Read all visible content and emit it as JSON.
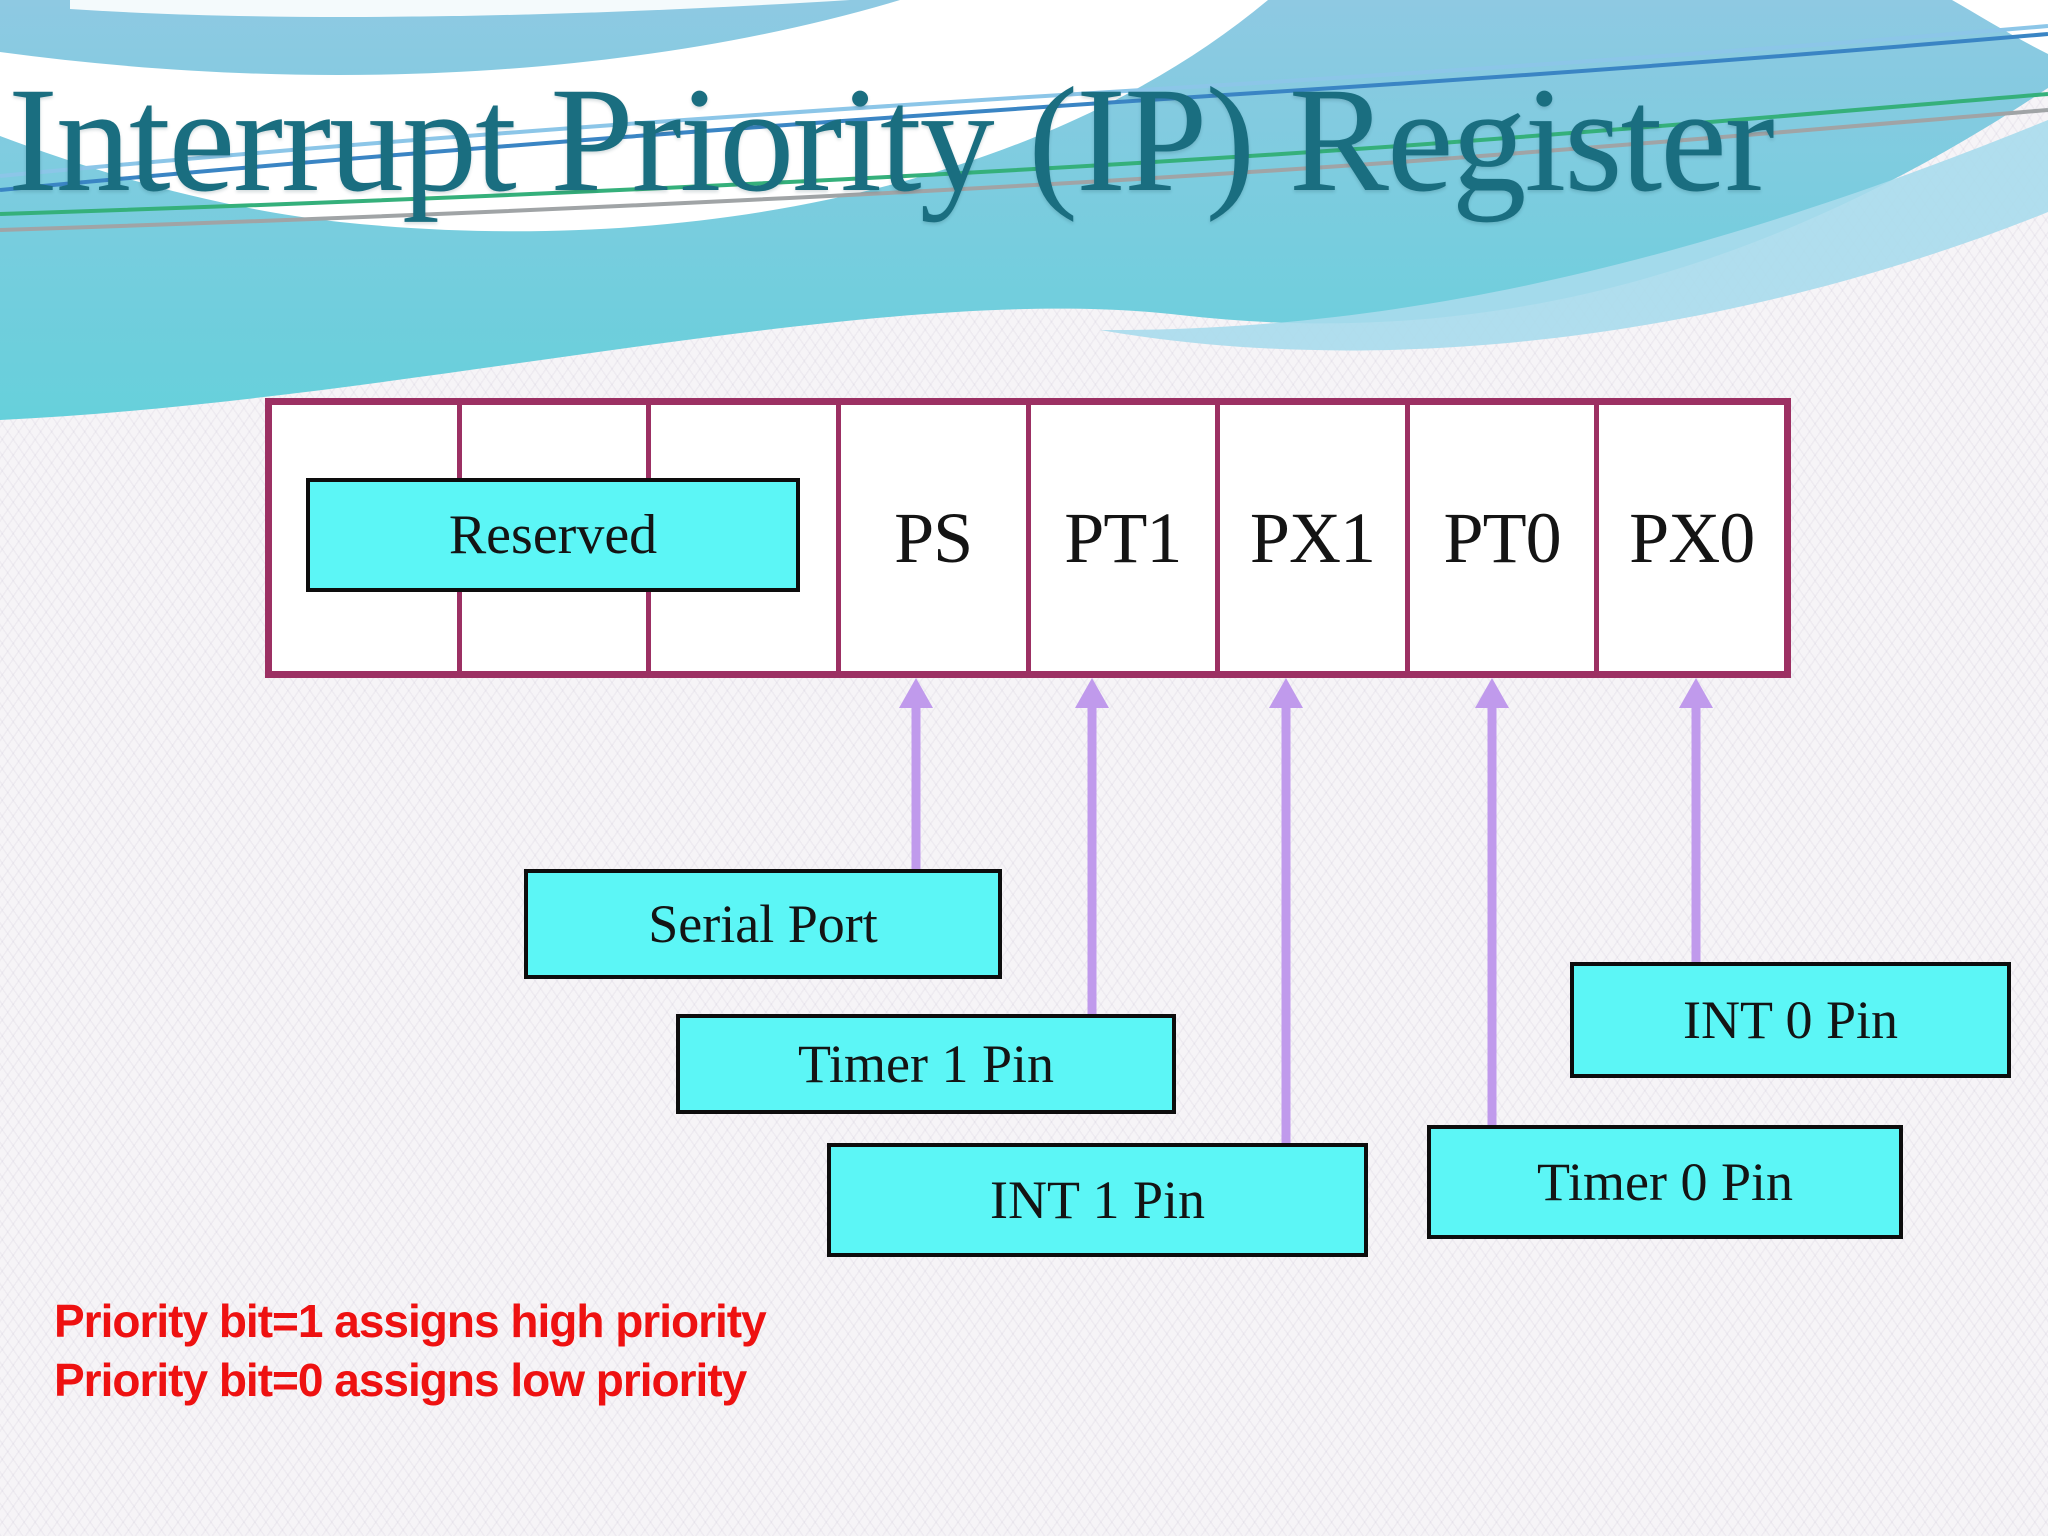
{
  "slide": {
    "title": "Interrupt Priority (IP) Register"
  },
  "register": {
    "reserved_label": "Reserved",
    "cells": [
      "",
      "",
      "",
      "PS",
      "PT1",
      "PX1",
      "PT0",
      "PX0"
    ]
  },
  "callouts": [
    {
      "label": "Serial Port",
      "bit": "PS"
    },
    {
      "label": "Timer 1 Pin",
      "bit": "PT1"
    },
    {
      "label": "INT 1 Pin",
      "bit": "PX1"
    },
    {
      "label": "Timer 0 Pin",
      "bit": "PT0"
    },
    {
      "label": "INT 0 Pin",
      "bit": "PX0"
    }
  ],
  "notes": {
    "line1": "Priority bit=1 assigns high priority",
    "line2": "Priority bit=0 assigns low priority"
  },
  "colors": {
    "title-teal": "#1a6e80",
    "register-border": "#9c3063",
    "cell-bg": "#ffffff",
    "callout-cyan": "#5cf6f6",
    "callout-border": "#0d0d0d",
    "arrow-lilac": "#c09aec",
    "note-red": "#ee1111",
    "label-ink": "#141414"
  }
}
